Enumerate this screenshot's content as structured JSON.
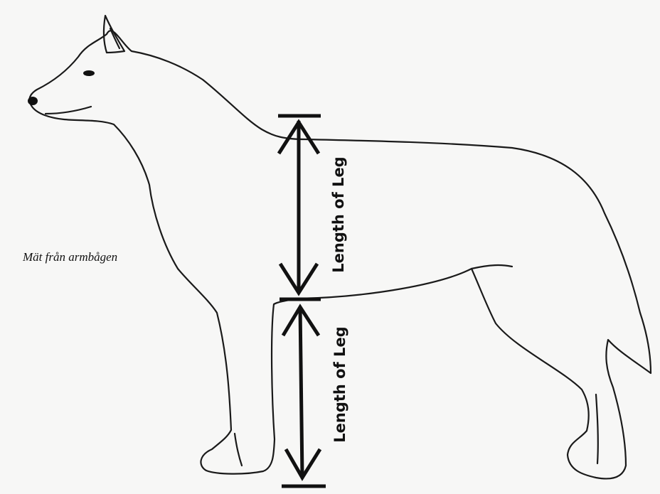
{
  "caption": "Mät från armbågen",
  "measurements": [
    {
      "label": "Length of Leg"
    },
    {
      "label": "Length of Leg"
    }
  ],
  "colors": {
    "line": "#111111",
    "background": "#f7f7f6"
  }
}
